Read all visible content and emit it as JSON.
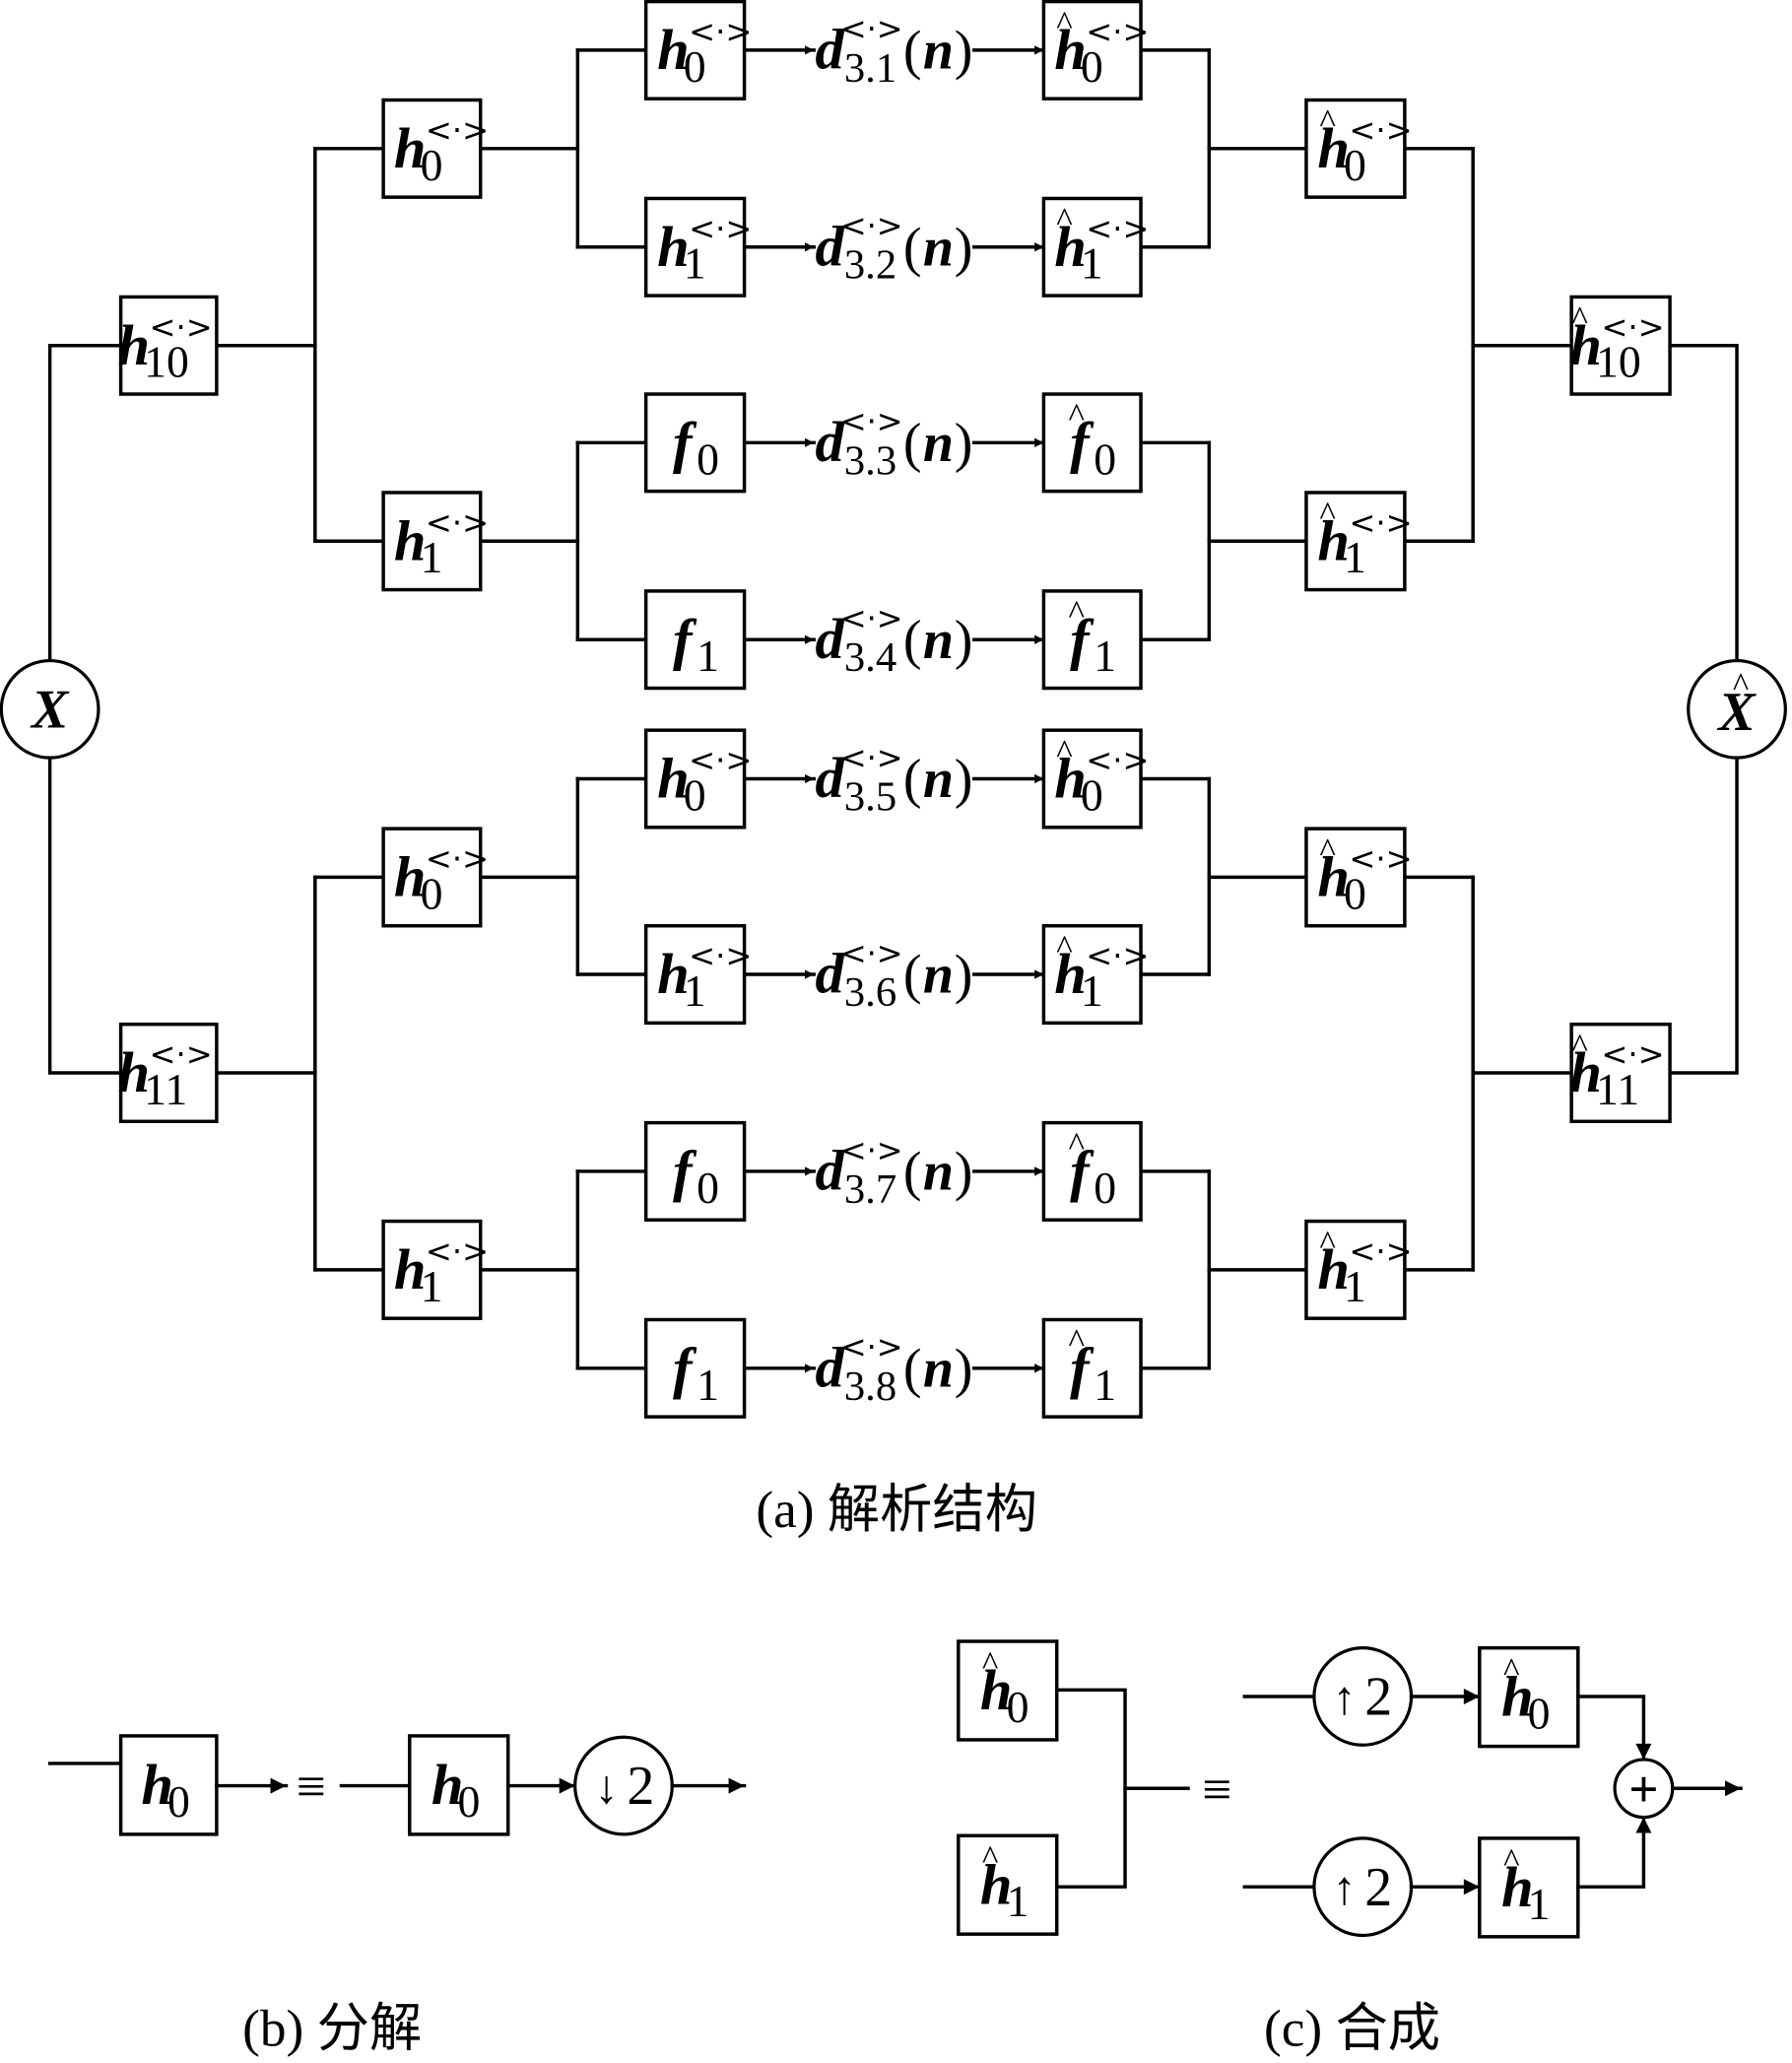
{
  "figure": {
    "panel_a": {
      "caption": "(a) 解析结构",
      "input_node": {
        "symbol": "X",
        "hat": false
      },
      "output_node": {
        "symbol": "X",
        "hat": true
      },
      "superscript": "<·>",
      "analysis_level1": [
        {
          "base": "h",
          "sub": "10",
          "hat": false
        },
        {
          "base": "h",
          "sub": "11",
          "hat": false
        }
      ],
      "analysis_level2": [
        {
          "base": "h",
          "sub": "0",
          "hat": false
        },
        {
          "base": "h",
          "sub": "1",
          "hat": false
        },
        {
          "base": "h",
          "sub": "0",
          "hat": false
        },
        {
          "base": "h",
          "sub": "1",
          "hat": false
        }
      ],
      "analysis_level3": [
        {
          "base": "h",
          "sub": "0",
          "hat": false,
          "sup": true
        },
        {
          "base": "h",
          "sub": "1",
          "hat": false,
          "sup": true
        },
        {
          "base": "f",
          "sub": "0",
          "hat": false,
          "sup": false
        },
        {
          "base": "f",
          "sub": "1",
          "hat": false,
          "sup": false
        },
        {
          "base": "h",
          "sub": "0",
          "hat": false,
          "sup": true
        },
        {
          "base": "h",
          "sub": "1",
          "hat": false,
          "sup": true
        },
        {
          "base": "f",
          "sub": "0",
          "hat": false,
          "sup": false
        },
        {
          "base": "f",
          "sub": "1",
          "hat": false,
          "sup": false
        }
      ],
      "coefficients": [
        {
          "base": "d",
          "sub": "3.1",
          "arg": "(n)"
        },
        {
          "base": "d",
          "sub": "3.2",
          "arg": "(n)"
        },
        {
          "base": "d",
          "sub": "3.3",
          "arg": "(n)"
        },
        {
          "base": "d",
          "sub": "3.4",
          "arg": "(n)"
        },
        {
          "base": "d",
          "sub": "3.5",
          "arg": "(n)"
        },
        {
          "base": "d",
          "sub": "3.6",
          "arg": "(n)"
        },
        {
          "base": "d",
          "sub": "3.7",
          "arg": "(n)"
        },
        {
          "base": "d",
          "sub": "3.8",
          "arg": "(n)"
        }
      ],
      "synthesis_level3": [
        {
          "base": "h",
          "sub": "0",
          "hat": true,
          "sup": true
        },
        {
          "base": "h",
          "sub": "1",
          "hat": true,
          "sup": true
        },
        {
          "base": "f",
          "sub": "0",
          "hat": true,
          "sup": false
        },
        {
          "base": "f",
          "sub": "1",
          "hat": true,
          "sup": false
        },
        {
          "base": "h",
          "sub": "0",
          "hat": true,
          "sup": true
        },
        {
          "base": "h",
          "sub": "1",
          "hat": true,
          "sup": true
        },
        {
          "base": "f",
          "sub": "0",
          "hat": true,
          "sup": false
        },
        {
          "base": "f",
          "sub": "1",
          "hat": true,
          "sup": false
        }
      ],
      "synthesis_level2": [
        {
          "base": "h",
          "sub": "0",
          "hat": true
        },
        {
          "base": "h",
          "sub": "1",
          "hat": true
        },
        {
          "base": "h",
          "sub": "0",
          "hat": true
        },
        {
          "base": "h",
          "sub": "1",
          "hat": true
        }
      ],
      "synthesis_level1": [
        {
          "base": "h",
          "sub": "10",
          "hat": true
        },
        {
          "base": "h",
          "sub": "11",
          "hat": true
        }
      ]
    },
    "panel_b": {
      "caption": "(b) 分解",
      "lhs_filter": {
        "base": "h",
        "sub": "0"
      },
      "equiv_symbol": "≡",
      "rhs_filter": {
        "base": "h",
        "sub": "0"
      },
      "downsampler": {
        "arrow": "↓",
        "factor": "2"
      }
    },
    "panel_c": {
      "caption": "(c) 合成",
      "lhs_filters": [
        {
          "base": "h",
          "sub": "0",
          "hat": true
        },
        {
          "base": "h",
          "sub": "1",
          "hat": true
        }
      ],
      "equiv_symbol": "≡",
      "upsamplers": [
        {
          "arrow": "↑",
          "factor": "2"
        },
        {
          "arrow": "↑",
          "factor": "2"
        }
      ],
      "rhs_filters": [
        {
          "base": "h",
          "sub": "0",
          "hat": true
        },
        {
          "base": "h",
          "sub": "1",
          "hat": true
        }
      ],
      "adder_symbol": "+"
    }
  }
}
